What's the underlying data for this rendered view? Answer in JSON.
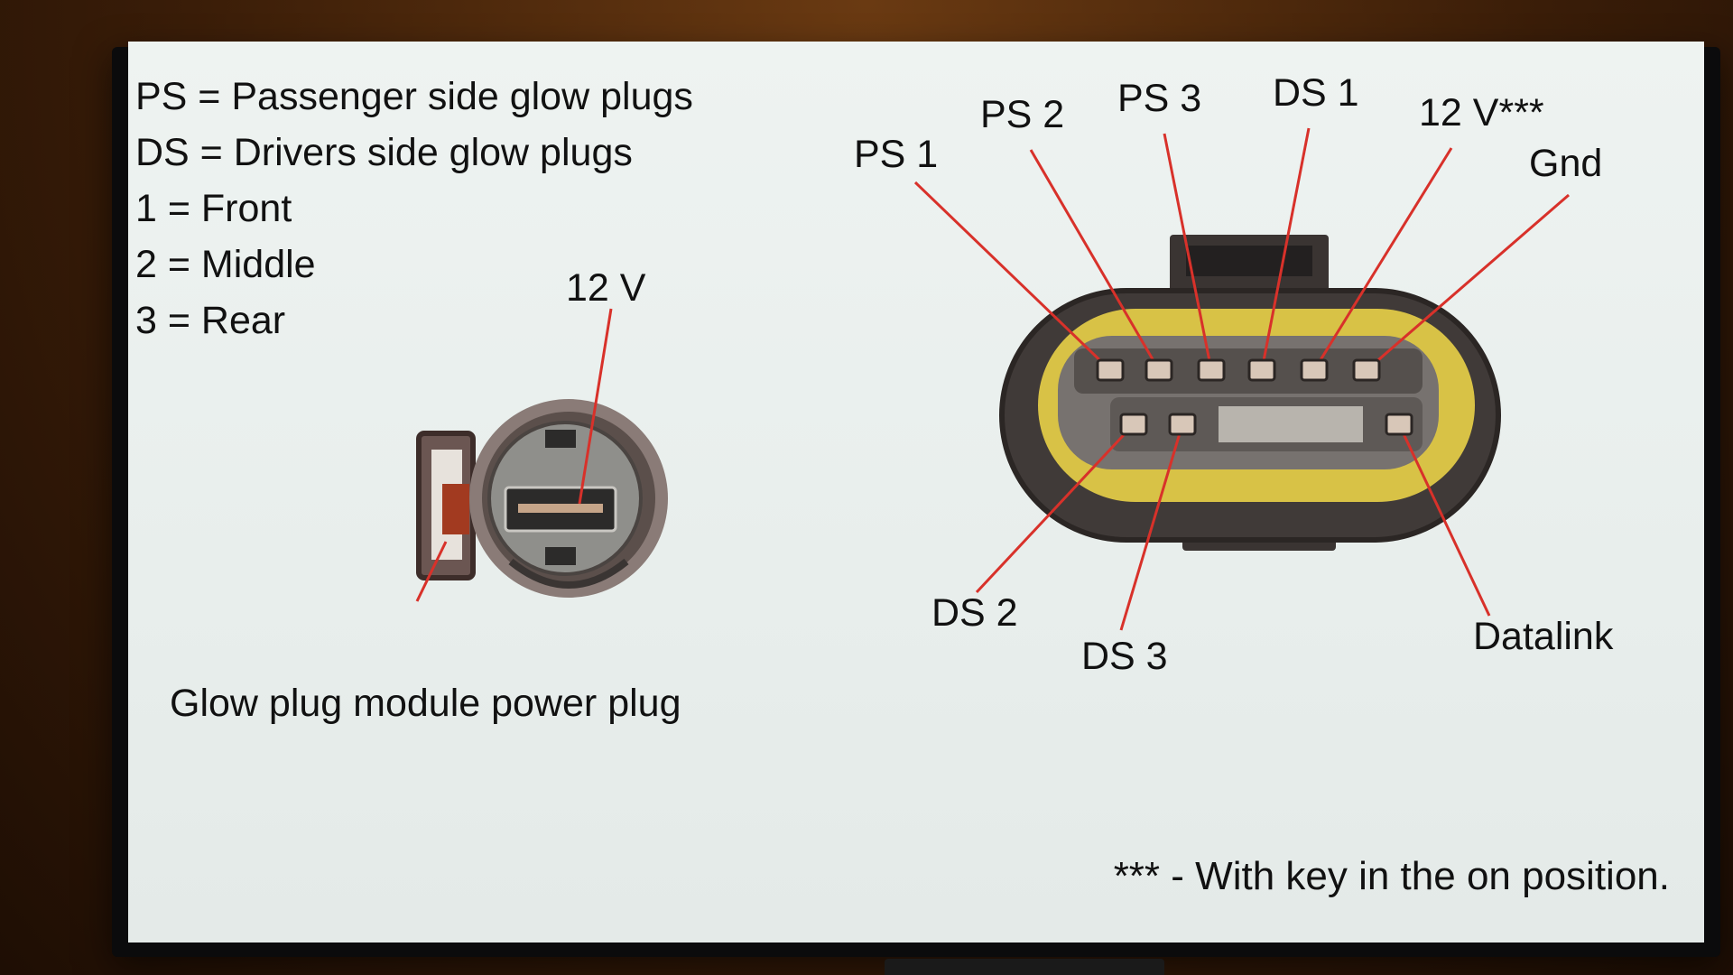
{
  "legend": [
    "PS = Passenger side glow plugs",
    "DS = Drivers side glow plugs",
    "1 = Front",
    "2 = Middle",
    "3 = Rear"
  ],
  "small_connector": {
    "pin_label": "12 V",
    "caption": "Glow plug module power plug"
  },
  "large_connector": {
    "labels": {
      "ps1": "PS 1",
      "ps2": "PS 2",
      "ps3": "PS 3",
      "ds1": "DS 1",
      "v12": "12 V***",
      "gnd": "Gnd",
      "ds2": "DS 2",
      "ds3": "DS 3",
      "datalink": "Datalink"
    }
  },
  "footnote": "*** - With key in the on position.",
  "colors": {
    "leader_line": "#d8312a",
    "text": "#111111",
    "screen": "#eaf0ee",
    "connector_body": "#3b3634",
    "connector_seal": "#d9c24a"
  }
}
